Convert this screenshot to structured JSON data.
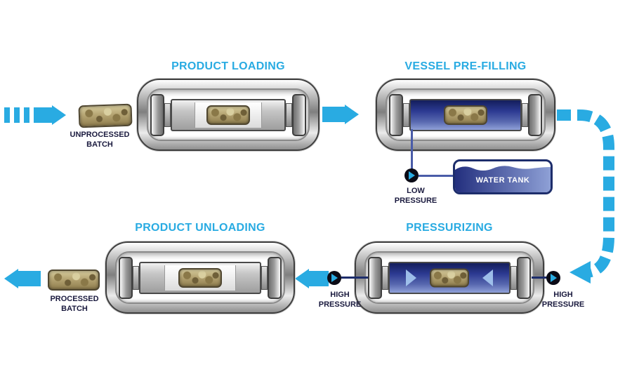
{
  "stages": {
    "loading": {
      "title": "PRODUCT LOADING"
    },
    "prefilling": {
      "title": "VESSEL PRE-FILLING"
    },
    "pressurizing": {
      "title": "PRESSURIZING"
    },
    "unloading": {
      "title": "PRODUCT UNLOADING"
    }
  },
  "labels": {
    "unprocessed_batch": "UNPROCESSED BATCH",
    "processed_batch": "PROCESSED BATCH",
    "low_pressure": "LOW PRESSURE",
    "high_pressure_left": "HIGH PRESSURE",
    "high_pressure_right": "HIGH PRESSURE",
    "water_tank": "WATER TANK"
  },
  "colors": {
    "arrow": "#29abe2",
    "title": "#29abe2",
    "label": "#1a1a3e",
    "water_dark": "#232f7e",
    "water_light": "#8ea0d6"
  }
}
